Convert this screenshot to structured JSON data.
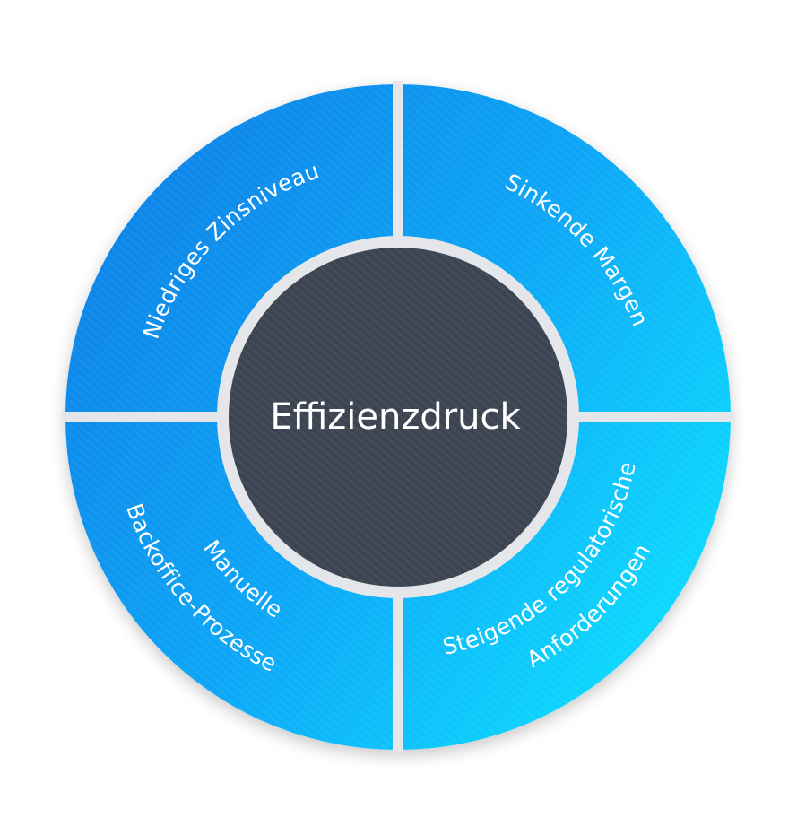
{
  "diagram": {
    "center": {
      "label": "Effizienzdruck"
    },
    "segments": [
      {
        "id": "top-left",
        "label": "Niedriges Zinsniveau"
      },
      {
        "id": "top-right",
        "label": "Sinkende Margen"
      },
      {
        "id": "bottom-left",
        "line1": "Manuelle",
        "line2": "Backoffice-Prozesse"
      },
      {
        "id": "bottom-right",
        "line1": "Steigende regulatorische",
        "line2": "Anforderungen"
      }
    ],
    "colors": {
      "ring_dark": "#0a7fe6",
      "ring_light": "#08e3ff",
      "center_fill": "#3c4452",
      "divider": "#e4e6e9",
      "text": "#ffffff"
    }
  }
}
